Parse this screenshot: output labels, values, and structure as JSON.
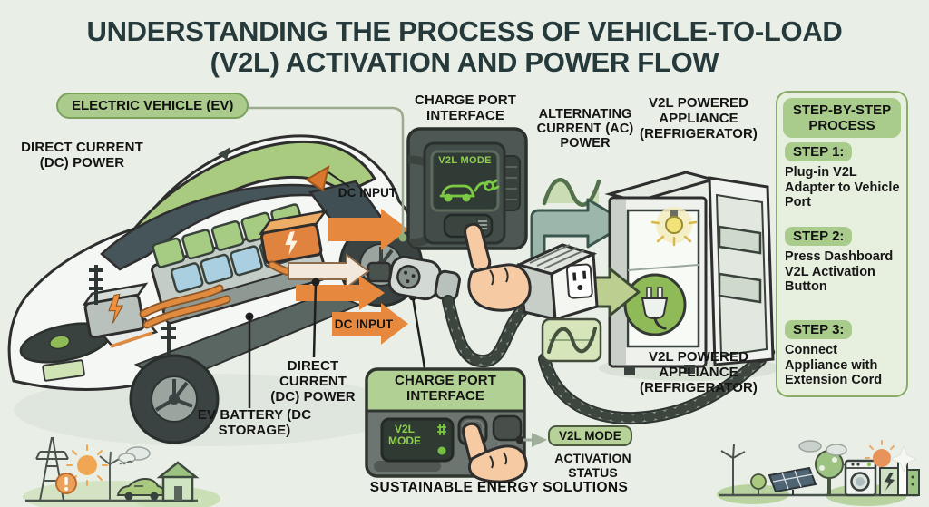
{
  "title_line1": "UNDERSTANDING THE PROCESS OF VEHICLE-TO-LOAD",
  "title_line2": "(V2L) ACTIVATION AND POWER FLOW",
  "vehicle": {
    "label": "ELECTRIC VEHICLE (EV)",
    "dc_power_left": "DIRECT CURRENT (DC) POWER",
    "dc_input_top": "DC INPUT",
    "dc_input_bottom": "DC INPUT",
    "dc_power_mid": "DIRECT CURRENT (DC) POWER",
    "battery_label": "EV BATTERY (DC STORAGE)"
  },
  "charge_port_top": {
    "title": "CHARGE PORT INTERFACE",
    "screen_label": "V2L MODE"
  },
  "charge_port_bottom": {
    "title": "CHARGE PORT INTERFACE",
    "screen_label": "V2L MODE",
    "status_pill": "V2L MODE",
    "status_caption": "ACTIVATION STATUS"
  },
  "power_flow": {
    "ac_label": "ALTERNATING CURRENT (AC) POWER"
  },
  "appliance": {
    "label_top": "V2L POWERED APPLIANCE (REFRIGERATOR)",
    "label_bottom": "V2L POWERED APPLIANCE (REFRIGERATOR)"
  },
  "steps_panel": {
    "title": "STEP-BY-STEP PROCESS",
    "steps": [
      {
        "label": "STEP 1:",
        "text": "Plug-in V2L Adapter to Vehicle Port"
      },
      {
        "label": "STEP 2:",
        "text": "Press Dashboard V2L Activation Button"
      },
      {
        "label": "STEP 3:",
        "text": "Connect Appliance with Extension Cord"
      }
    ]
  },
  "footer": "SUSTAINABLE ENERGY SOLUTIONS",
  "colors": {
    "background": "#e9efe6",
    "title": "#263a3c",
    "pill_green": "#abcb8d",
    "pill_border": "#7ba25c",
    "arrow_orange": "#e6893f",
    "arrow_teal": "#9cb6ab",
    "arrow_green": "#bccf90",
    "screen_text_green": "#8ed04e",
    "dashboard_gray": "#4d5754",
    "roof_green": "#a9cb7f"
  }
}
